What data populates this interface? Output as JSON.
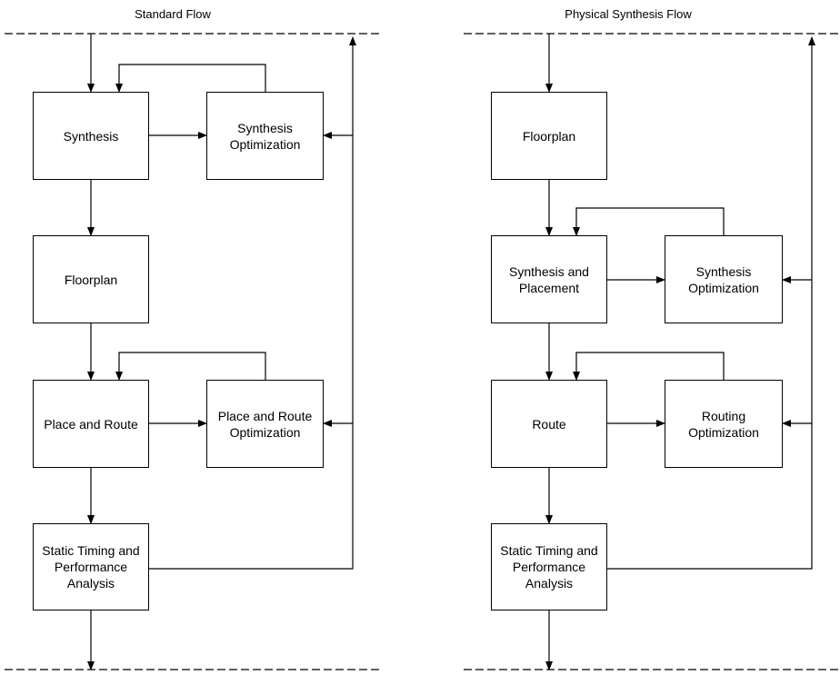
{
  "standard": {
    "title": "Standard Flow",
    "synthesis": "Synthesis",
    "synthesis_opt": "Synthesis\nOptimization",
    "floorplan": "Floorplan",
    "place_route": "Place and Route",
    "place_route_opt": "Place and Route\nOptimization",
    "sta": "Static Timing and\nPerformance\nAnalysis"
  },
  "physical": {
    "title": "Physical Synthesis Flow",
    "floorplan": "Floorplan",
    "synth_place": "Synthesis and\nPlacement",
    "synthesis_opt": "Synthesis\nOptimization",
    "route": "Route",
    "routing_opt": "Routing\nOptimization",
    "sta": "Static Timing and\nPerformance\nAnalysis"
  }
}
